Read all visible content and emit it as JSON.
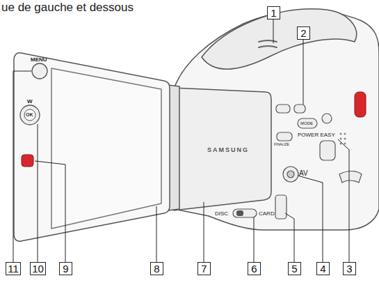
{
  "diagram": {
    "title": "ue de gauche et dessous",
    "nodes": [
      {
        "text": [
          "1"
        ]
      },
      {
        "text": [
          "2"
        ]
      },
      {
        "text": [
          "11"
        ]
      },
      {
        "text": [
          "10"
        ]
      },
      {
        "text": [
          "9"
        ]
      },
      {
        "text": [
          "8"
        ]
      },
      {
        "text": [
          "7"
        ]
      },
      {
        "text": [
          "6"
        ]
      },
      {
        "text": [
          "5"
        ]
      },
      {
        "text": [
          "4"
        ]
      },
      {
        "text": [
          "3"
        ]
      }
    ],
    "labels": [
      "MENU",
      "W",
      "OK",
      "SAMSUNG",
      "DISC",
      "CARD",
      "AV",
      "MODE",
      "POWER EASY",
      "FINALIZE"
    ]
  }
}
